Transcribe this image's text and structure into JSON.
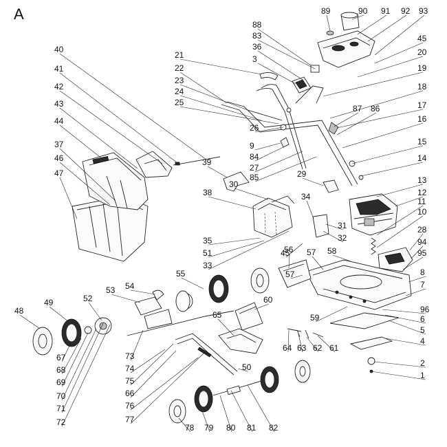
{
  "diagram": {
    "title": "A",
    "callouts": {
      "1": "1",
      "2": "2",
      "3": "3",
      "4": "4",
      "5": "5",
      "6": "6",
      "7": "7",
      "8": "8",
      "9": "9",
      "10": "10",
      "11": "11",
      "12": "12",
      "13": "13",
      "14": "14",
      "15": "15",
      "16": "16",
      "17": "17",
      "18": "18",
      "19": "19",
      "20": "20",
      "21": "21",
      "22": "22",
      "23": "23",
      "24": "24",
      "25": "25",
      "26": "26",
      "27": "27",
      "28": "28",
      "29": "29",
      "30": "30",
      "31": "31",
      "32": "32",
      "33": "33",
      "34": "34",
      "35": "35",
      "36": "36",
      "37": "37",
      "38": "38",
      "39": "39",
      "40": "40",
      "41": "41",
      "42": "42",
      "43": "43",
      "44": "44",
      "45": "45",
      "46": "46",
      "47": "47",
      "48": "48",
      "49": "49",
      "50": "50",
      "51": "51",
      "52": "52",
      "53": "53",
      "54": "54",
      "55": "55",
      "56": "56",
      "57": "57",
      "58": "58",
      "59": "59",
      "60": "60",
      "61": "61",
      "62": "62",
      "63": "63",
      "64": "64",
      "65": "65",
      "66": "66",
      "67": "67",
      "68": "68",
      "69": "69",
      "70": "70",
      "71": "71",
      "72": "72",
      "73": "73",
      "74": "74",
      "75": "75",
      "76": "76",
      "77": "77",
      "78": "78",
      "79": "79",
      "80": "80",
      "81": "81",
      "82": "82",
      "83": "83",
      "84": "84",
      "85": "85",
      "86": "86",
      "87": "87",
      "88": "88",
      "89": "89",
      "90": "90",
      "91": "91",
      "92": "92",
      "93": "93",
      "94": "94",
      "95": "95",
      "96": "96"
    }
  }
}
